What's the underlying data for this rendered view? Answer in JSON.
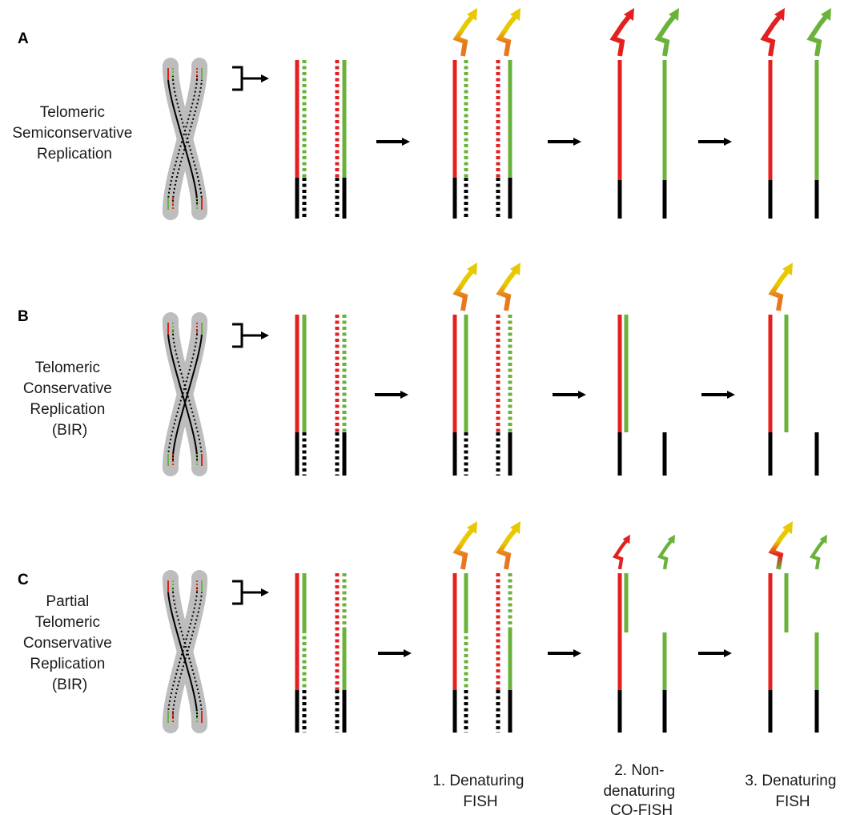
{
  "colors": {
    "red": "#e41f1f",
    "green": "#6ab23a",
    "black": "#000000",
    "chromosome_fill": "#bdbdbd",
    "probe_yellow": "#e8c800",
    "probe_orange": "#e8781e"
  },
  "panels": [
    {
      "letter": "A",
      "description": [
        "Telomeric",
        "Semiconservative",
        "Replication"
      ]
    },
    {
      "letter": "B",
      "description": [
        "Telomeric",
        "Conservative",
        "Replication",
        "(BIR)"
      ]
    },
    {
      "letter": "C",
      "description": [
        "Partial",
        "Telomeric",
        "Conservative",
        "Replication",
        "(BIR)"
      ]
    }
  ],
  "steps": [
    {
      "lines": [
        "1. Denaturing",
        "FISH"
      ]
    },
    {
      "lines": [
        "2. Non-",
        "denaturing",
        "CO-FISH"
      ]
    },
    {
      "lines": [
        "3. Denaturing",
        "FISH"
      ]
    }
  ]
}
